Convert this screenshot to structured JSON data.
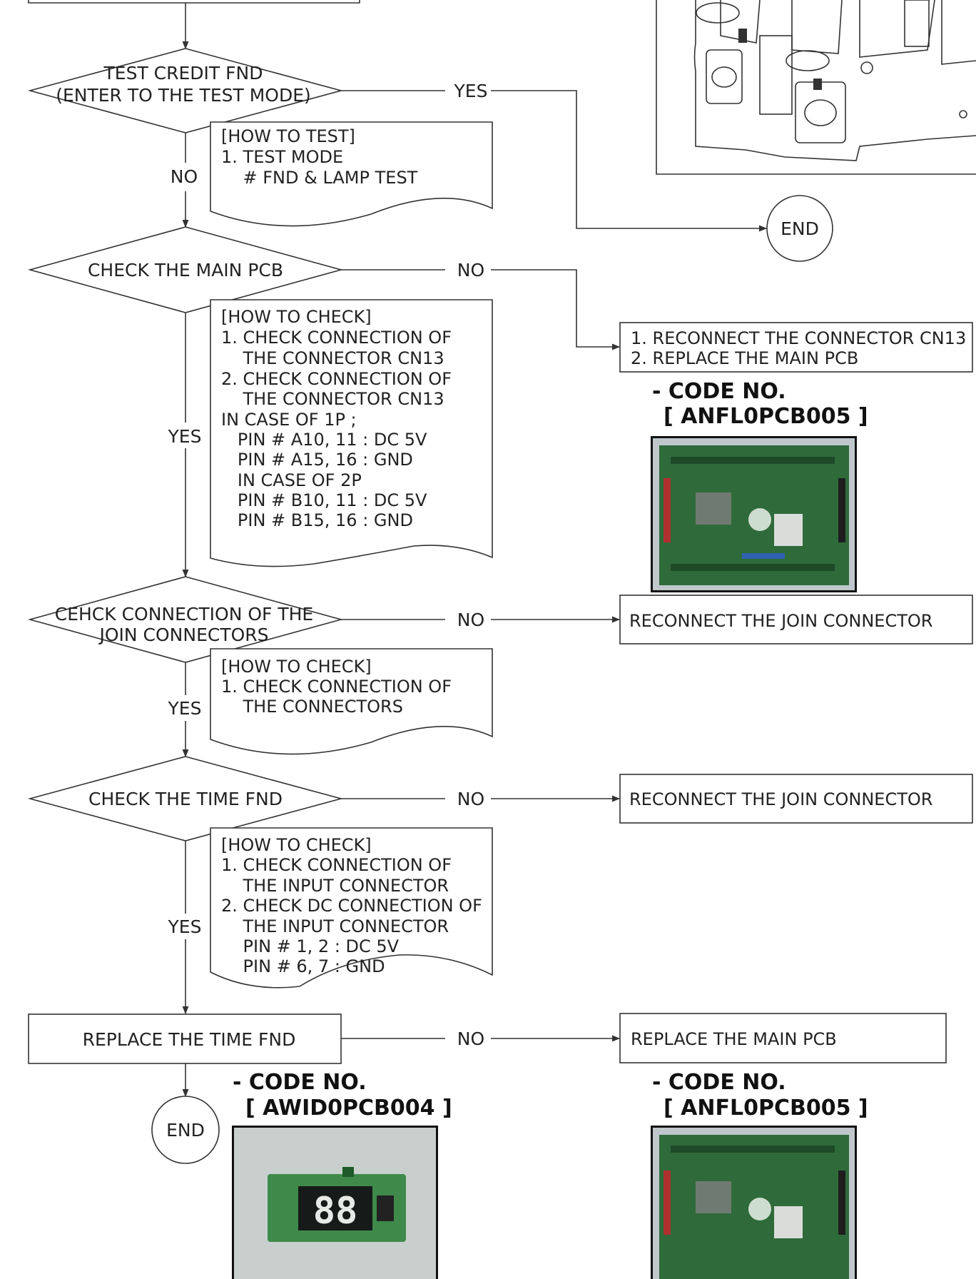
{
  "flow": {
    "decision_test_credit_line1": "TEST CREDIT FND",
    "decision_test_credit_line2": "(ENTER TO THE TEST MODE)",
    "decision_main_pcb": "CHECK THE MAIN PCB",
    "decision_join_line1": "CEHCK CONNECTION OF THE",
    "decision_join_line2": "JOIN CONNECTORS",
    "decision_time_fnd": "CHECK THE TIME FND",
    "process_replace_time_fnd": "REPLACE THE TIME FND",
    "end_top": "END",
    "end_bottom": "END",
    "labels": {
      "yes": "YES",
      "no": "NO"
    }
  },
  "notes": {
    "test": [
      "[HOW TO TEST]",
      "1. TEST MODE",
      "    # FND & LAMP TEST"
    ],
    "main_pcb": [
      "[HOW TO CHECK]",
      "1. CHECK CONNECTION OF",
      "    THE CONNECTOR CN13",
      "2. CHECK CONNECTION OF",
      "    THE CONNECTOR CN13",
      "IN CASE OF 1P ;",
      "   PIN # A10, 11 : DC 5V",
      "   PIN # A15, 16 : GND",
      "   IN CASE OF 2P",
      "   PIN # B10, 11 : DC 5V",
      "   PIN # B15, 16 : GND"
    ],
    "join": [
      "[HOW TO CHECK]",
      "1. CHECK CONNECTION OF",
      "    THE CONNECTORS"
    ],
    "time_fnd": [
      "[HOW TO CHECK]",
      "1. CHECK CONNECTION OF",
      "    THE INPUT CONNECTOR",
      "2. CHECK DC CONNECTION OF",
      "    THE INPUT CONNECTOR",
      "    PIN # 1, 2 : DC 5V",
      "    PIN # 6, 7 : GND"
    ]
  },
  "actions": {
    "main_pcb_line1": "1. RECONNECT THE CONNECTOR CN13",
    "main_pcb_line2": "2. REPLACE THE MAIN PCB",
    "join_connector_1": "RECONNECT THE JOIN CONNECTOR",
    "join_connector_2": "RECONNECT THE JOIN CONNECTOR",
    "replace_main_pcb": "REPLACE THE MAIN PCB"
  },
  "codes": {
    "main_pcb_1": {
      "label": "- CODE NO.",
      "value": "[ ANFL0PCB005 ]"
    },
    "time_fnd": {
      "label": "- CODE NO.",
      "value": "[ AWID0PCB004 ]"
    },
    "main_pcb_2": {
      "label": "- CODE NO.",
      "value": "[ ANFL0PCB005 ]"
    }
  },
  "fnd_display": "88",
  "colors": {
    "pcb_green": "#2f6b3a",
    "pcb_dark": "#1e4a28",
    "line": "#333333"
  }
}
